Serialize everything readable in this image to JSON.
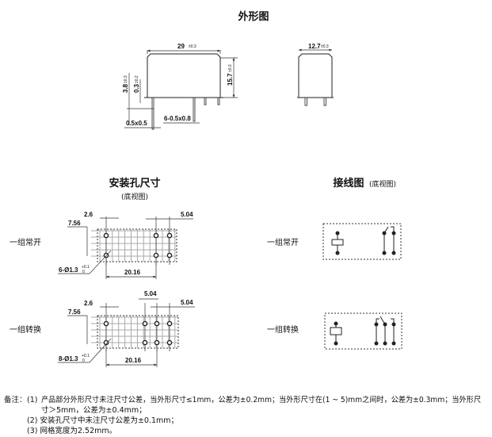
{
  "outline": {
    "title": "外形图",
    "length": "29",
    "length_tol": "±0.3",
    "height": "15.7",
    "height_tol": "±0.3",
    "pin_length": "3.8",
    "pin_length_tol": "±0.3",
    "standoff": "0.3",
    "standoff_tol": "±0.2",
    "pin_a": "0.5x0.5",
    "pin_b": "6-0.5x0.8",
    "width": "12.7",
    "width_tol": "±0.3"
  },
  "holes": {
    "title": "安装孔尺寸",
    "subtitle": "(底视图)",
    "no": {
      "label": "一组常开",
      "d1": "2.6",
      "d2": "5.04",
      "d3": "7.56",
      "holes": "6-Ø1.3",
      "tol_up": "+0.1",
      "tol_dn": "0",
      "span": "20.16"
    },
    "co": {
      "label": "一组转换",
      "d0": "5.04",
      "d1": "2.6",
      "d2": "5.04",
      "d3": "7.56",
      "holes": "8-Ø1.3",
      "tol_up": "+0.1",
      "tol_dn": "0",
      "span": "20.16"
    }
  },
  "wiring": {
    "title": "接线图",
    "subtitle": "(底视图)",
    "no_label": "一组常开",
    "co_label": "一组转换"
  },
  "notes": {
    "prefix": "备注：",
    "n1": "(1)",
    "l1": "产品部分外形尺寸未注尺寸公差，当外形尺寸≤1mm，公差为±0.2mm；当外形尺寸在(1 ~ 5)mm之间时，公差为±0.3mm；当外形尺",
    "l1b": "寸＞5mm，公差为±0.4mm；",
    "l2": "(2) 安装孔尺寸中未注尺寸公差为±0.1mm；",
    "l3": "(3) 网格宽度为2.52mm。"
  }
}
